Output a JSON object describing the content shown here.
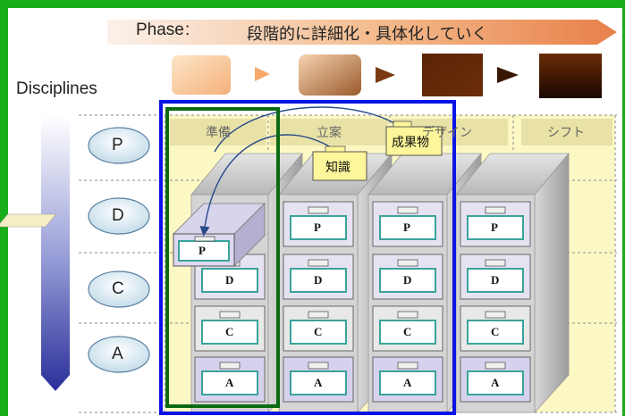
{
  "header": {
    "phase_label": "Phase",
    "phase_colon": ":",
    "phase_desc": "段階的に詳細化・具体化していく"
  },
  "disciplines_label": "Disciplines",
  "phases": [
    "準備",
    "立案",
    "デザイン",
    "シフト"
  ],
  "discipline_codes": [
    "P",
    "D",
    "C",
    "A"
  ],
  "callouts": {
    "knowledge": "知識",
    "deliverables": "成果物"
  },
  "colors": {
    "frame_green": "#1aad1a",
    "blue_highlight": "#0a14e6",
    "green_highlight": "#0b6a12",
    "band_yellow": "#fbf8c4",
    "callout_yellow": "#fdf69a",
    "drawer_teal": "#3aa39b"
  }
}
